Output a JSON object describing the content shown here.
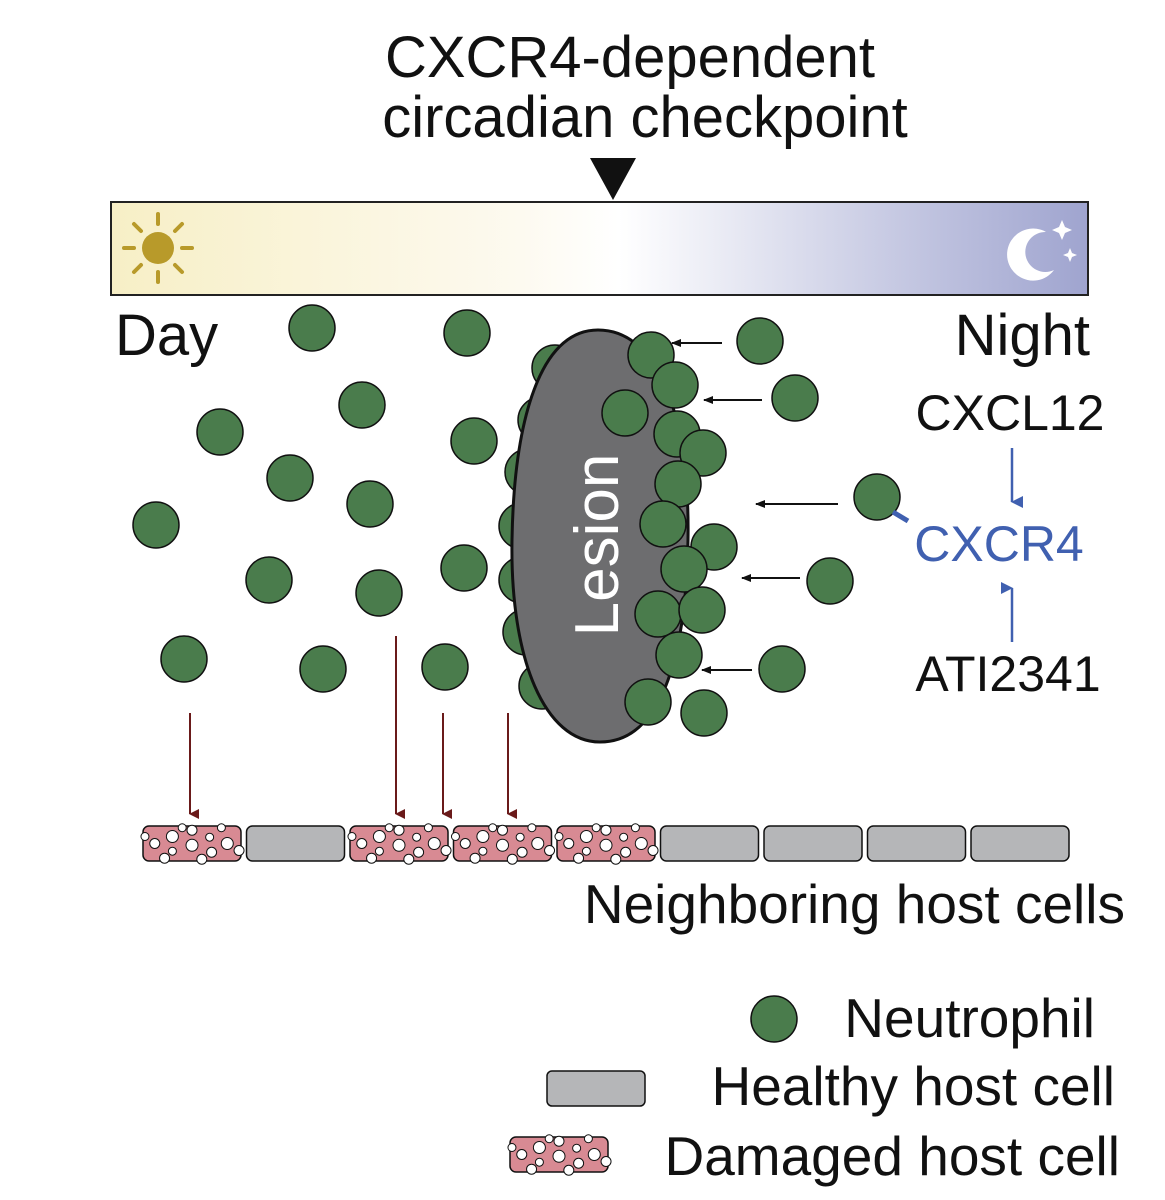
{
  "title": {
    "line1": "CXCR4-dependent",
    "line2": "circadian checkpoint"
  },
  "timeline": {
    "day_label": "Day",
    "night_label": "Night",
    "day_icon": "sun-icon",
    "night_icon": "moon-stars-icon"
  },
  "lesion": {
    "label": "Lesion"
  },
  "signaling": {
    "ligand": "CXCL12",
    "receptor": "CXCR4",
    "agonist": "ATI2341"
  },
  "host_cells_label": "Neighboring host cells",
  "legend": {
    "neutrophil": "Neutrophil",
    "healthy": "Healthy host cell",
    "damaged": "Damaged host cell"
  },
  "colors": {
    "neutrophil_fill": "#4a7c4c",
    "lesion_fill": "#6d6d6f",
    "healthy_fill": "#b5b6b8",
    "damaged_fill": "#d88a93",
    "day_color": "#f8f0c8",
    "night_color": "#a0a6d0",
    "receptor_color": "#4060b0",
    "damage_arrow_color": "#6a1a1a",
    "sun_color": "#b89a2a"
  }
}
